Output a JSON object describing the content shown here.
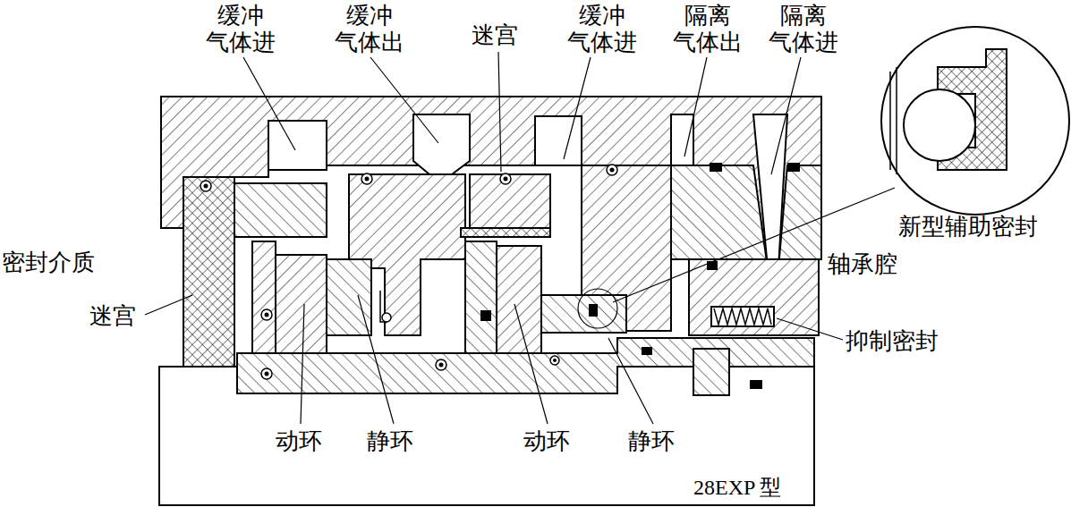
{
  "diagram": {
    "labels": [
      "缓冲 气体进",
      "缓冲 气体出",
      "迷宫",
      "缓冲 气体进",
      "隔离 气体出",
      "隔离 气体进",
      "新型辅助密封",
      "密封介质",
      "轴承腔",
      "迷宫",
      "抑制密封",
      "动环",
      "静环",
      "动环",
      "静环",
      "28EXP 型"
    ]
  }
}
